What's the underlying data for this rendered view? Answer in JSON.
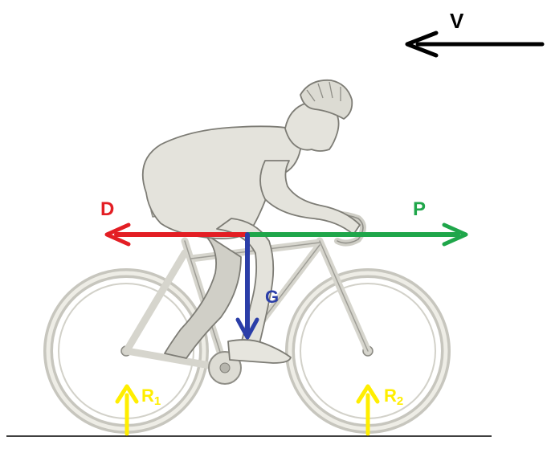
{
  "labels": {
    "velocity": "V",
    "drag": "D",
    "propulsion": "P",
    "gravity": "G",
    "reaction_rear": "R",
    "reaction_rear_sub": "1",
    "reaction_front": "R",
    "reaction_front_sub": "2"
  },
  "colors": {
    "drag": "#e31e24",
    "propulsion": "#1fa64a",
    "gravity": "#2b3ea8",
    "reaction": "#ffee00",
    "velocity": "#000000",
    "rider": "#e4e3dc",
    "rider_shade": "#b9b8b0",
    "ground": "#000000"
  }
}
